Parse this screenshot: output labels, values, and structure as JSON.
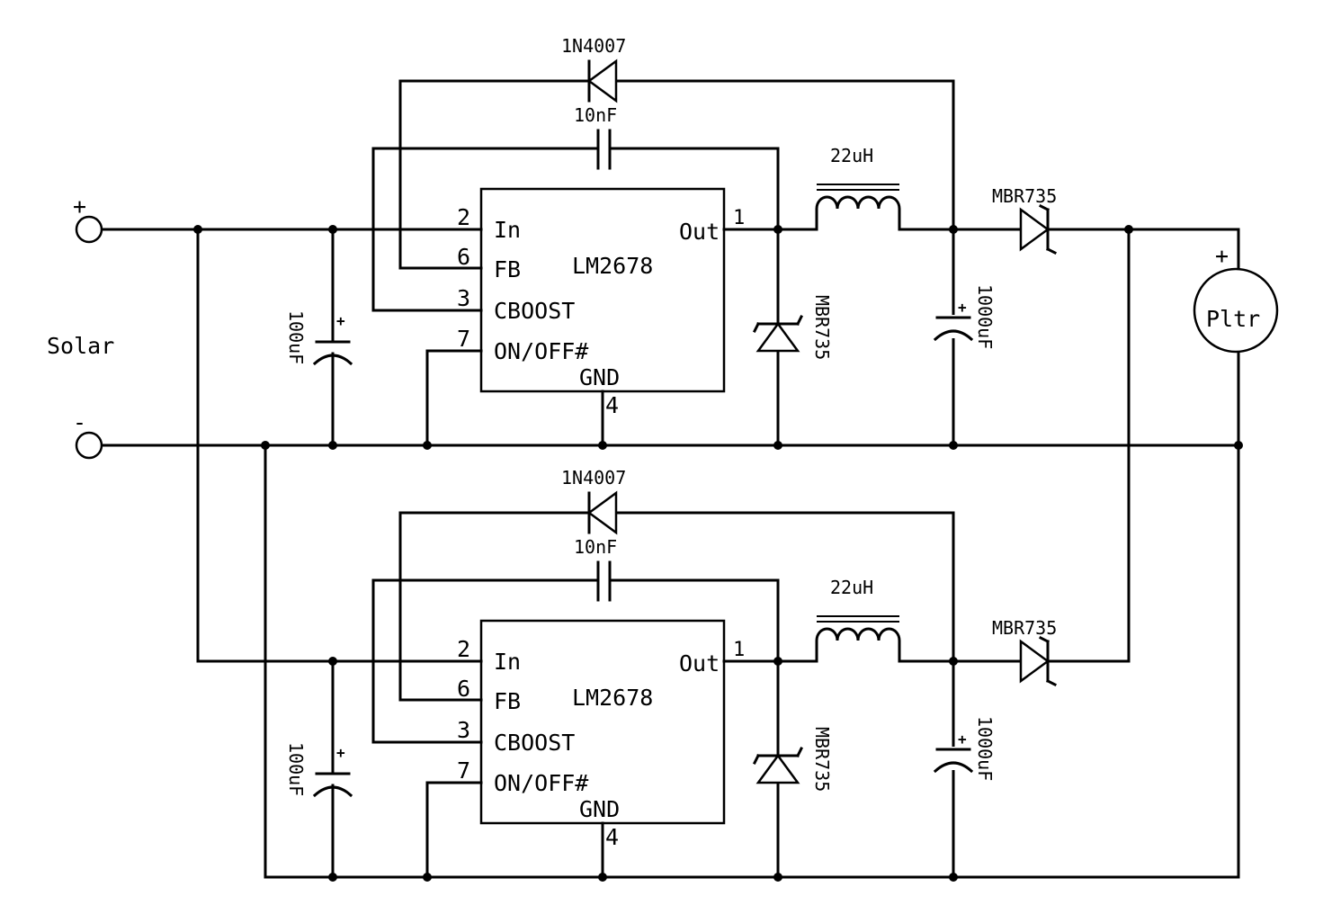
{
  "diagram": {
    "input": {
      "label": "Solar",
      "plus_sign": "+",
      "minus_sign": "-"
    },
    "load": {
      "label": "Pltr",
      "plus_sign": "+"
    },
    "stages": [
      {
        "ic_name": "LM2678",
        "pins": {
          "in": {
            "name": "In",
            "number": "2"
          },
          "fb": {
            "name": "FB",
            "number": "6"
          },
          "cboost": {
            "name": "CBOOST",
            "number": "3"
          },
          "onoff": {
            "name": "ON/OFF#",
            "number": "7"
          },
          "gnd": {
            "name": "GND",
            "number": "4"
          },
          "out": {
            "name": "Out",
            "number": "1"
          }
        },
        "feedback_diode": "1N4007",
        "boost_cap": "10nF",
        "input_cap": "100uF",
        "input_cap_polarity": "+",
        "catch_diode": "MBR735",
        "inductor": "22uH",
        "output_cap": "1000uF",
        "output_cap_polarity": "+",
        "output_diode": "MBR735"
      },
      {
        "ic_name": "LM2678",
        "pins": {
          "in": {
            "name": "In",
            "number": "2"
          },
          "fb": {
            "name": "FB",
            "number": "6"
          },
          "cboost": {
            "name": "CBOOST",
            "number": "3"
          },
          "onoff": {
            "name": "ON/OFF#",
            "number": "7"
          },
          "gnd": {
            "name": "GND",
            "number": "4"
          },
          "out": {
            "name": "Out",
            "number": "1"
          }
        },
        "feedback_diode": "1N4007",
        "boost_cap": "10nF",
        "input_cap": "100uF",
        "input_cap_polarity": "+",
        "catch_diode": "MBR735",
        "inductor": "22uH",
        "output_cap": "1000uF",
        "output_cap_polarity": "+",
        "output_diode": "MBR735"
      }
    ]
  }
}
